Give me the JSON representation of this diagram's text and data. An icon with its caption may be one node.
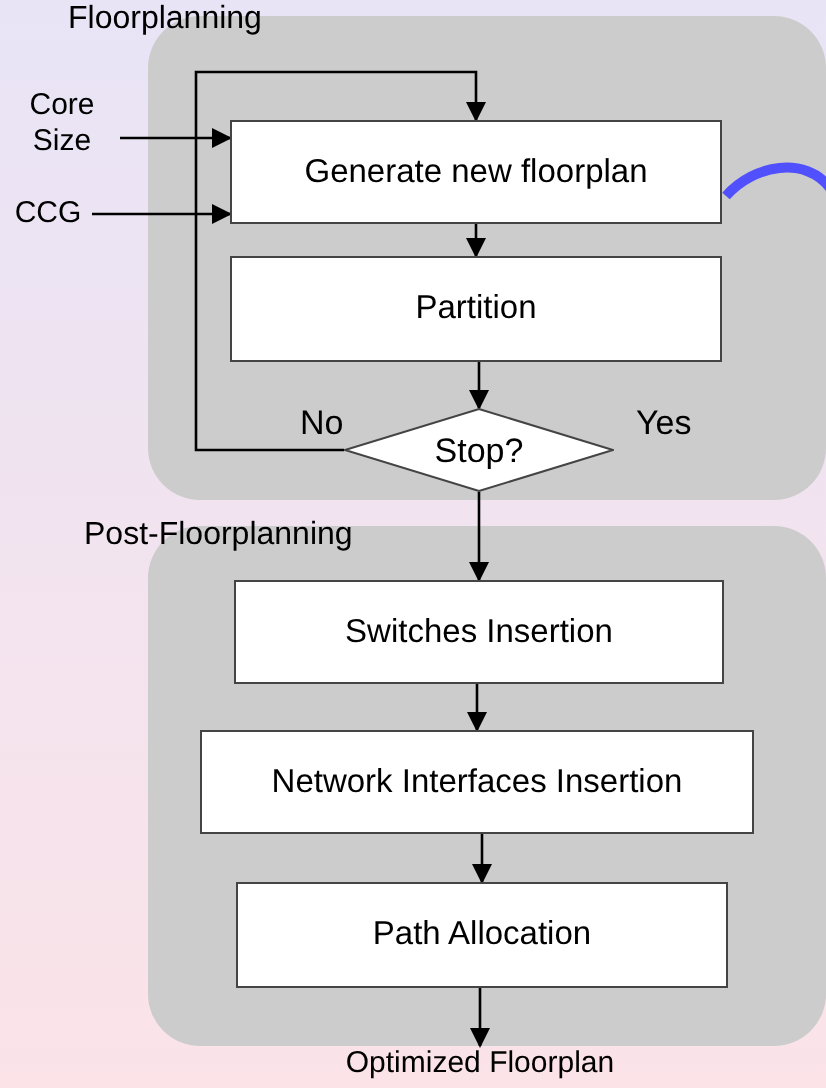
{
  "diagram": {
    "nodes": [
      {
        "text": [
          "Floorplanning"
        ]
      },
      {
        "text": [
          "Core Size"
        ]
      },
      {
        "text": [
          "CCG"
        ]
      },
      {
        "text": [
          "Generate new floorplan"
        ],
        "in": 0
      },
      {
        "text": [
          "Partition"
        ],
        "in": 0
      },
      {
        "text": [
          "Stop?"
        ],
        "in": 0
      },
      {
        "text": [
          "Post-Floorplanning"
        ]
      },
      {
        "text": [
          "Switches Insertion"
        ],
        "in": 6
      },
      {
        "text": [
          "Network Interfaces Insertion"
        ],
        "in": 6
      },
      {
        "text": [
          "Path Allocation"
        ],
        "in": 6
      },
      {
        "text": [
          "Optimized Floorplan"
        ]
      }
    ],
    "edges": [
      {
        "from": 1,
        "to": 3,
        "arrow": "to"
      },
      {
        "from": 2,
        "to": 3,
        "arrow": "to"
      },
      {
        "from": 3,
        "to": 4,
        "arrow": "to"
      },
      {
        "from": 4,
        "to": 5,
        "arrow": "to"
      },
      {
        "from": 5,
        "to": 3,
        "arrow": "to",
        "label": "No"
      },
      {
        "from": 5,
        "to": 7,
        "arrow": "to"
      },
      {
        "from": 7,
        "to": 8,
        "arrow": "to"
      },
      {
        "from": 8,
        "to": 9,
        "arrow": "to"
      },
      {
        "from": 9,
        "to": 10,
        "arrow": "to"
      },
      {
        "from": 3,
        "to": null,
        "arrow": "none",
        "style": "thick",
        "color": "#5050ff"
      }
    ],
    "labels": [
      "Yes"
    ]
  }
}
